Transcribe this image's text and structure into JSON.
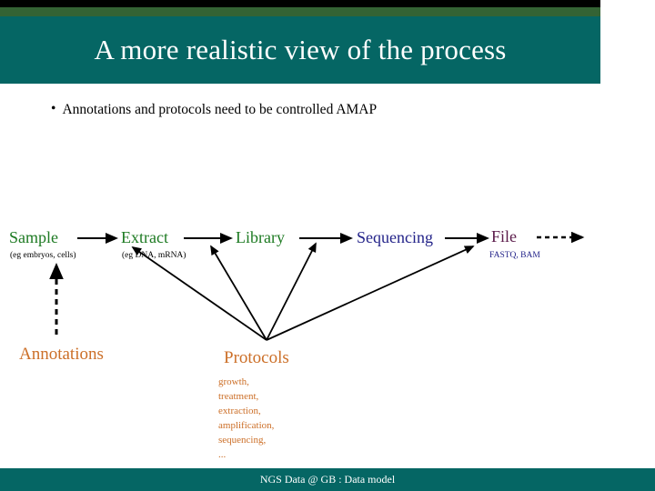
{
  "slide": {
    "title": "A more realistic view of the process",
    "bullet_marker": "•",
    "bullet_text": "Annotations and protocols need to be controlled AMAP",
    "footer": "NGS Data @ GB : Data model"
  },
  "colors": {
    "banner_teal": "#056664",
    "banner_green_stripe": "#346334",
    "banner_black_stripe": "#000000",
    "stage_green": "#1d7a22",
    "stage_navy": "#232389",
    "stage_purple": "#5b1b4a",
    "source_orange": "#cc6f28",
    "connector_black": "#000000"
  },
  "pipeline": {
    "stages": [
      {
        "label": "Sample",
        "sub": "(eg embryos, cells)",
        "color": "green"
      },
      {
        "label": "Extract",
        "sub": "(eg DNA, mRNA)",
        "color": "green"
      },
      {
        "label": "Library",
        "sub": "",
        "color": "green"
      },
      {
        "label": "Sequencing",
        "sub": "",
        "color": "navy"
      },
      {
        "label": "File",
        "sub": "FASTQ, BAM",
        "color": "purple"
      }
    ]
  },
  "sources": {
    "annotations": {
      "label": "Annotations"
    },
    "protocols": {
      "label": "Protocols",
      "items": [
        "growth,",
        "treatment,",
        "extraction,",
        "amplification,",
        "sequencing,",
        "..."
      ]
    }
  }
}
